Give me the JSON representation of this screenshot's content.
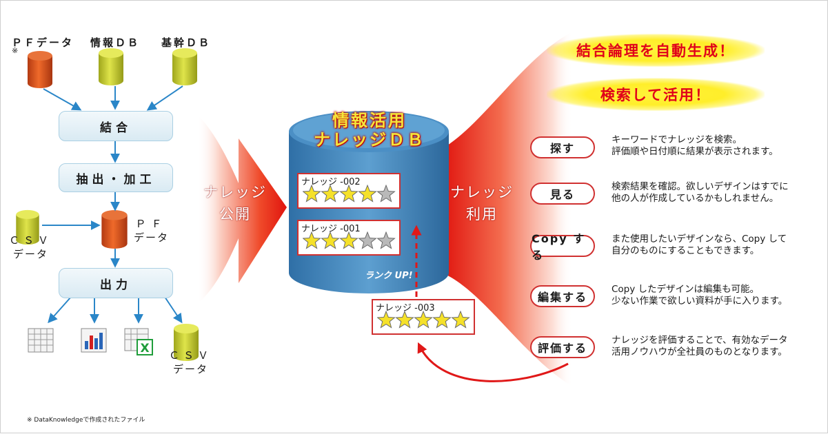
{
  "sources": {
    "pf_data": "ＰＦデータ",
    "pf_note": "※",
    "info_db": "情報ＤＢ",
    "core_db": "基幹ＤＢ"
  },
  "steps": {
    "combine": "結合",
    "extract": "抽出・加工",
    "output": "出力"
  },
  "pf_mid": {
    "line1": "ＰＦ",
    "line2": "データ"
  },
  "csv_in": {
    "line1": "ＣＳＶ",
    "line2": "データ"
  },
  "csv_out": {
    "line1": "ＣＳＶ",
    "line2": "データ"
  },
  "publish_arrow": {
    "line1": "ナレッジ",
    "line2": "公開"
  },
  "use_arrow": {
    "line1": "ナレッジ",
    "line2": "利用"
  },
  "db": {
    "line1": "情報活用",
    "line2": "ナレッジＤＢ"
  },
  "cards": [
    {
      "name": "ナレッジ -002",
      "stars": 4
    },
    {
      "name": "ナレッジ -001",
      "stars": 3
    },
    {
      "name": "ナレッジ -003",
      "stars": 5
    }
  ],
  "rank_up": "ランク UP!",
  "banners": {
    "auto": "結合論理を自動生成！",
    "search": "検索して活用！"
  },
  "actions": [
    {
      "label": "探す",
      "line1": "キーワードでナレッジを検索。",
      "line2": "評価順や日付順に結果が表示されます。"
    },
    {
      "label": "見る",
      "line1": "検索結果を確認。欲しいデザインはすでに",
      "line2": "他の人が作成しているかもしれません。"
    },
    {
      "label": "Copy する",
      "line1": "また使用したいデザインなら、Copy して",
      "line2": "自分のものにすることもできます。"
    },
    {
      "label": "編集する",
      "line1": "Copy したデザインは編集も可能。",
      "line2": "少ない作業で欲しい資料が手に入ります。"
    },
    {
      "label": "評価する",
      "line1": "ナレッジを評価することで、有効なデータ",
      "line2": "活用ノウハウが全社員のものとなります。"
    }
  ],
  "footnote": "※ DataKnowledgeで作成されたファイル",
  "icons": [
    "grid-sheet-icon",
    "bar-chart-icon",
    "excel-sheet-icon"
  ],
  "colors": {
    "accent_red": "#e01818",
    "db_blue": "#3f86bd",
    "cyl_orange": "#d9501c",
    "cyl_olive": "#c6cf2c",
    "star": "#f5e12a"
  }
}
